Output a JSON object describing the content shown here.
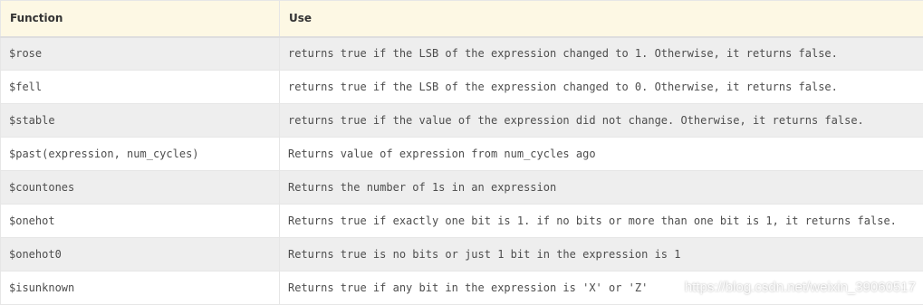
{
  "table": {
    "headers": [
      "Function",
      "Use"
    ],
    "rows": [
      {
        "function": "$rose",
        "use": "returns true if the LSB of the expression changed to 1. Otherwise, it returns false."
      },
      {
        "function": "$fell",
        "use": "returns true if the LSB of the expression changed to 0. Otherwise, it returns false."
      },
      {
        "function": "$stable",
        "use": "returns true if the value of the expression did not change. Otherwise, it returns false."
      },
      {
        "function": "$past(expression, num_cycles)",
        "use": "Returns value of expression from num_cycles ago"
      },
      {
        "function": "$countones",
        "use": "Returns the number of 1s in an expression"
      },
      {
        "function": "$onehot",
        "use": "Returns true if exactly one bit is 1. if no bits or more than one bit is 1, it returns false."
      },
      {
        "function": "$onehot0",
        "use": "Returns true is no bits or just 1 bit in the expression is 1"
      },
      {
        "function": "$isunknown",
        "use": "Returns true if any bit in the expression is 'X' or 'Z'"
      }
    ]
  },
  "watermark": "https://blog.csdn.net/weixin_39060517"
}
